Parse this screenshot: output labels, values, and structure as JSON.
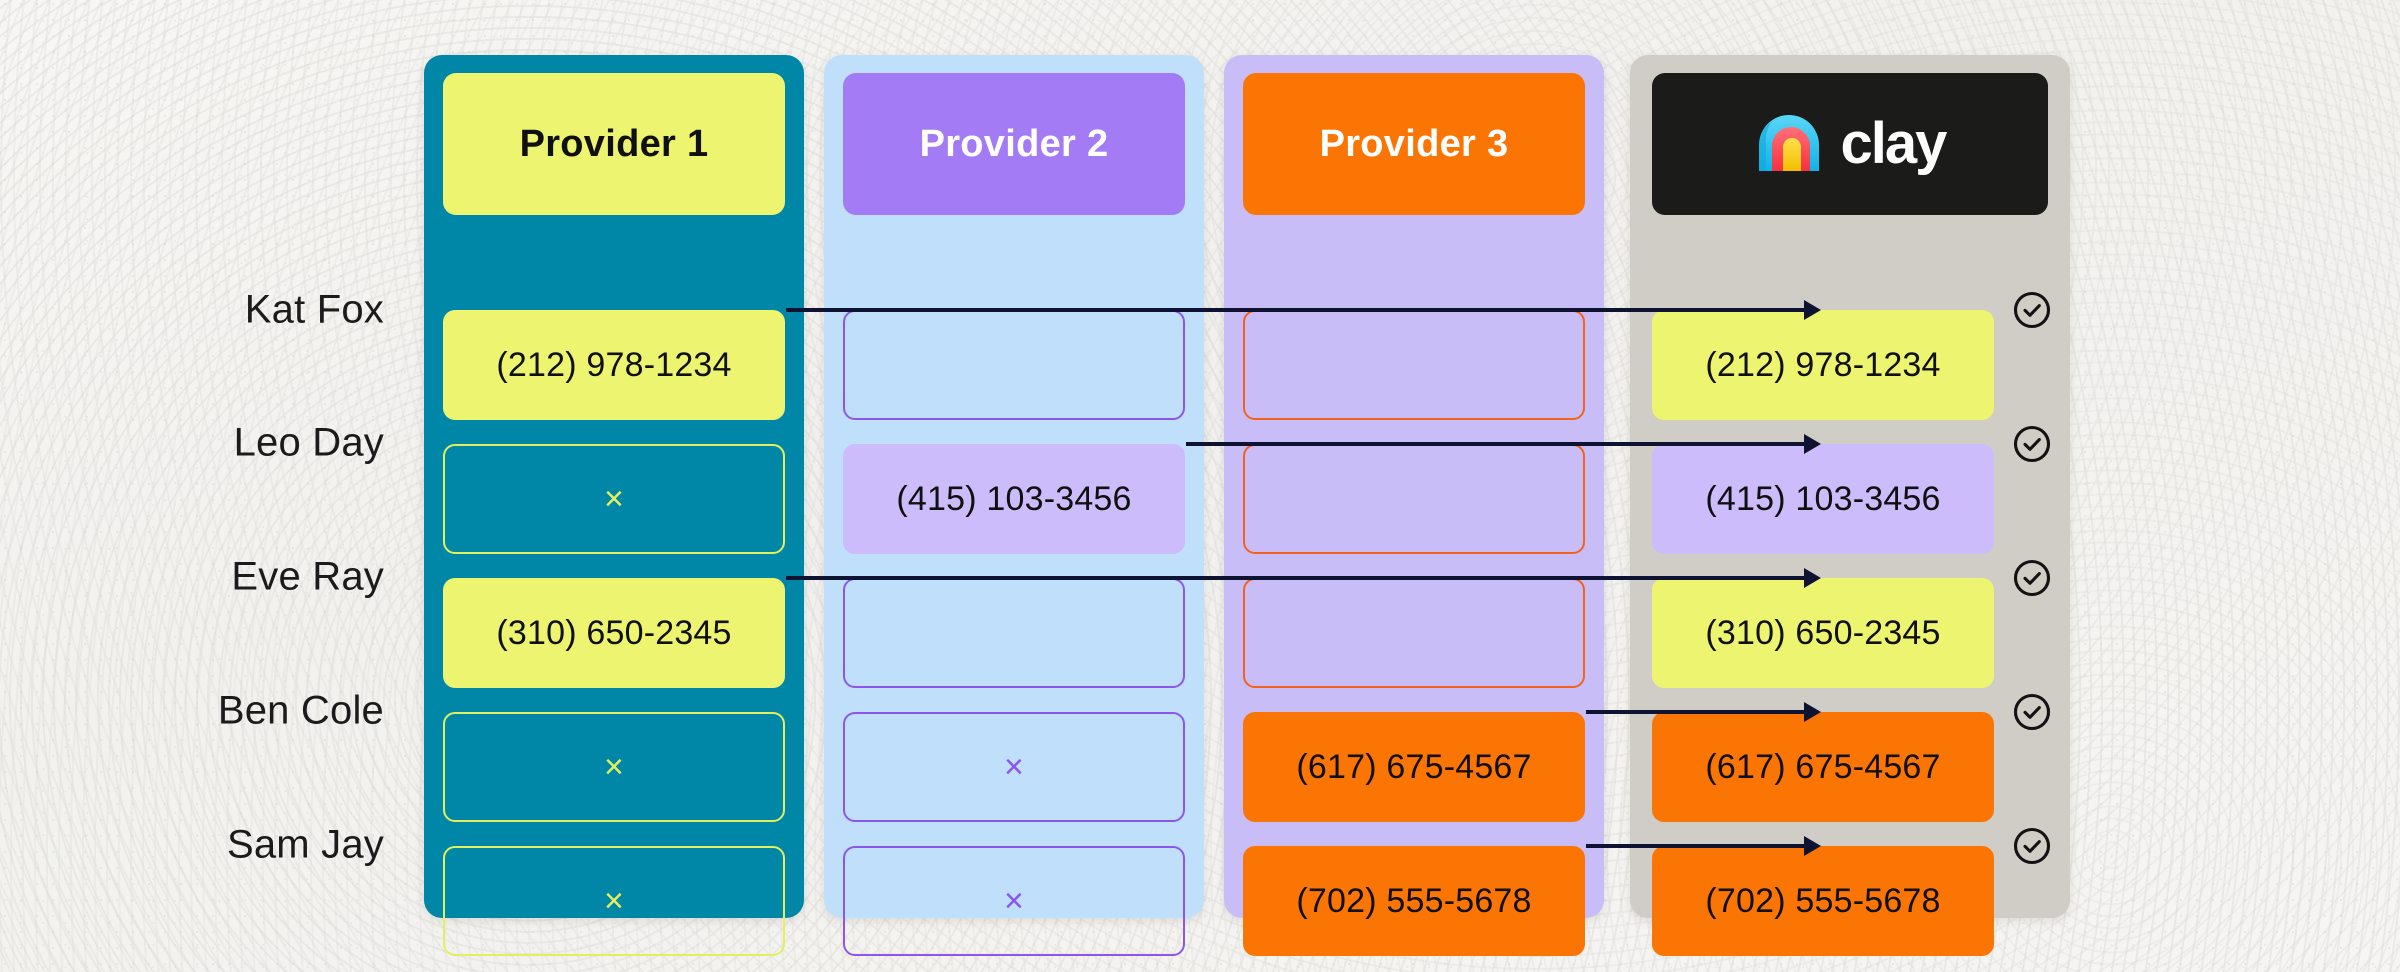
{
  "background": {
    "color": "#f4f3f1",
    "texture": "paper-ripple"
  },
  "colors": {
    "provider1_column": "#0087a8",
    "provider1_accent": "#edf570",
    "provider2_column": "#c0dffb",
    "provider2_accent": "#a37bf5",
    "provider2_fill": "#ccbcfb",
    "provider3_column": "#c9bdf7",
    "provider3_accent": "#fb7505",
    "clay_column": "#d0ccc6",
    "clay_header": "#1b1b1a",
    "arrow": "#0d1330",
    "text_dark": "#101010"
  },
  "columns": [
    {
      "id": "provider1",
      "header_label": "Provider 1",
      "header_style": "yellow-on-teal"
    },
    {
      "id": "provider2",
      "header_label": "Provider 2",
      "header_style": "purple-on-lightblue"
    },
    {
      "id": "provider3",
      "header_label": "Provider 3",
      "header_style": "orange-on-lavender"
    },
    {
      "id": "clay",
      "header_label": "clay",
      "header_style": "logo-on-black"
    }
  ],
  "rows": [
    {
      "name": "Kat Fox",
      "provider1": {
        "value": "(212) 978-1234",
        "state": "filled"
      },
      "provider2": {
        "value": "",
        "state": "empty"
      },
      "provider3": {
        "value": "",
        "state": "empty"
      },
      "clay": {
        "value": "(212) 978-1234",
        "state": "filled",
        "source": "provider1"
      },
      "verified": true,
      "verified_icon": "circle-check-icon"
    },
    {
      "name": "Leo Day",
      "provider1": {
        "value": "×",
        "state": "empty"
      },
      "provider2": {
        "value": "(415) 103-3456",
        "state": "filled"
      },
      "provider3": {
        "value": "",
        "state": "empty"
      },
      "clay": {
        "value": "(415) 103-3456",
        "state": "filled",
        "source": "provider2"
      },
      "verified": true,
      "verified_icon": "circle-check-icon"
    },
    {
      "name": "Eve Ray",
      "provider1": {
        "value": "(310) 650-2345",
        "state": "filled"
      },
      "provider2": {
        "value": "",
        "state": "empty"
      },
      "provider3": {
        "value": "",
        "state": "empty"
      },
      "clay": {
        "value": "(310) 650-2345",
        "state": "filled",
        "source": "provider1"
      },
      "verified": true,
      "verified_icon": "circle-check-icon"
    },
    {
      "name": "Ben Cole",
      "provider1": {
        "value": "×",
        "state": "empty"
      },
      "provider2": {
        "value": "×",
        "state": "empty"
      },
      "provider3": {
        "value": "(617) 675-4567",
        "state": "filled"
      },
      "clay": {
        "value": "(617) 675-4567",
        "state": "filled",
        "source": "provider3"
      },
      "verified": true,
      "verified_icon": "circle-check-icon"
    },
    {
      "name": "Sam Jay",
      "provider1": {
        "value": "×",
        "state": "empty"
      },
      "provider2": {
        "value": "×",
        "state": "empty"
      },
      "provider3": {
        "value": "(702) 555-5678",
        "state": "filled"
      },
      "clay": {
        "value": "(702) 555-5678",
        "state": "filled",
        "source": "provider3"
      },
      "verified": true,
      "verified_icon": "circle-check-icon"
    }
  ],
  "clay_logo": {
    "wordmark": "clay",
    "mark": "clay-arch-logo",
    "mark_colors": {
      "outer": "#3ec8f0",
      "middle": "#f8555f",
      "inner": "#ffcf16"
    }
  }
}
